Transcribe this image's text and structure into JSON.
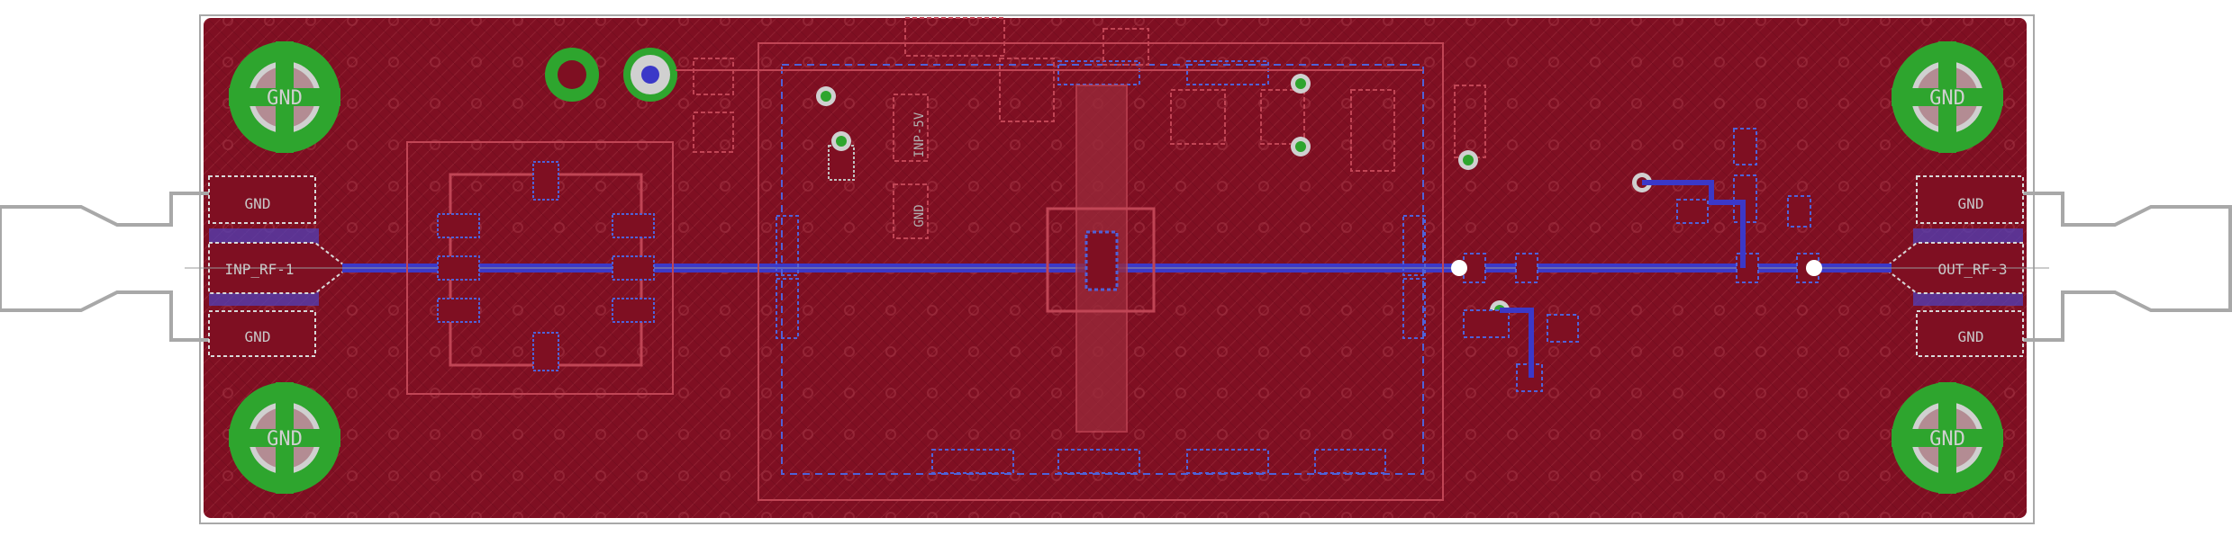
{
  "colors": {
    "background": "#ffffff",
    "board": "#7f0f22",
    "board_hatch": "#9a2a3a",
    "outline": "#a8a8a8",
    "bottom_copper": "#3b38c8",
    "top_copper_line": "#c04555",
    "via_green": "#2ea52e",
    "text": "#c8c8c8"
  },
  "labels": {
    "gnd_text": "GND",
    "inp_rf": "INP_RF-1",
    "out_rf": "OUT_RF-3",
    "inp_5v": "INP-5V",
    "gnd_small": "GND"
  }
}
